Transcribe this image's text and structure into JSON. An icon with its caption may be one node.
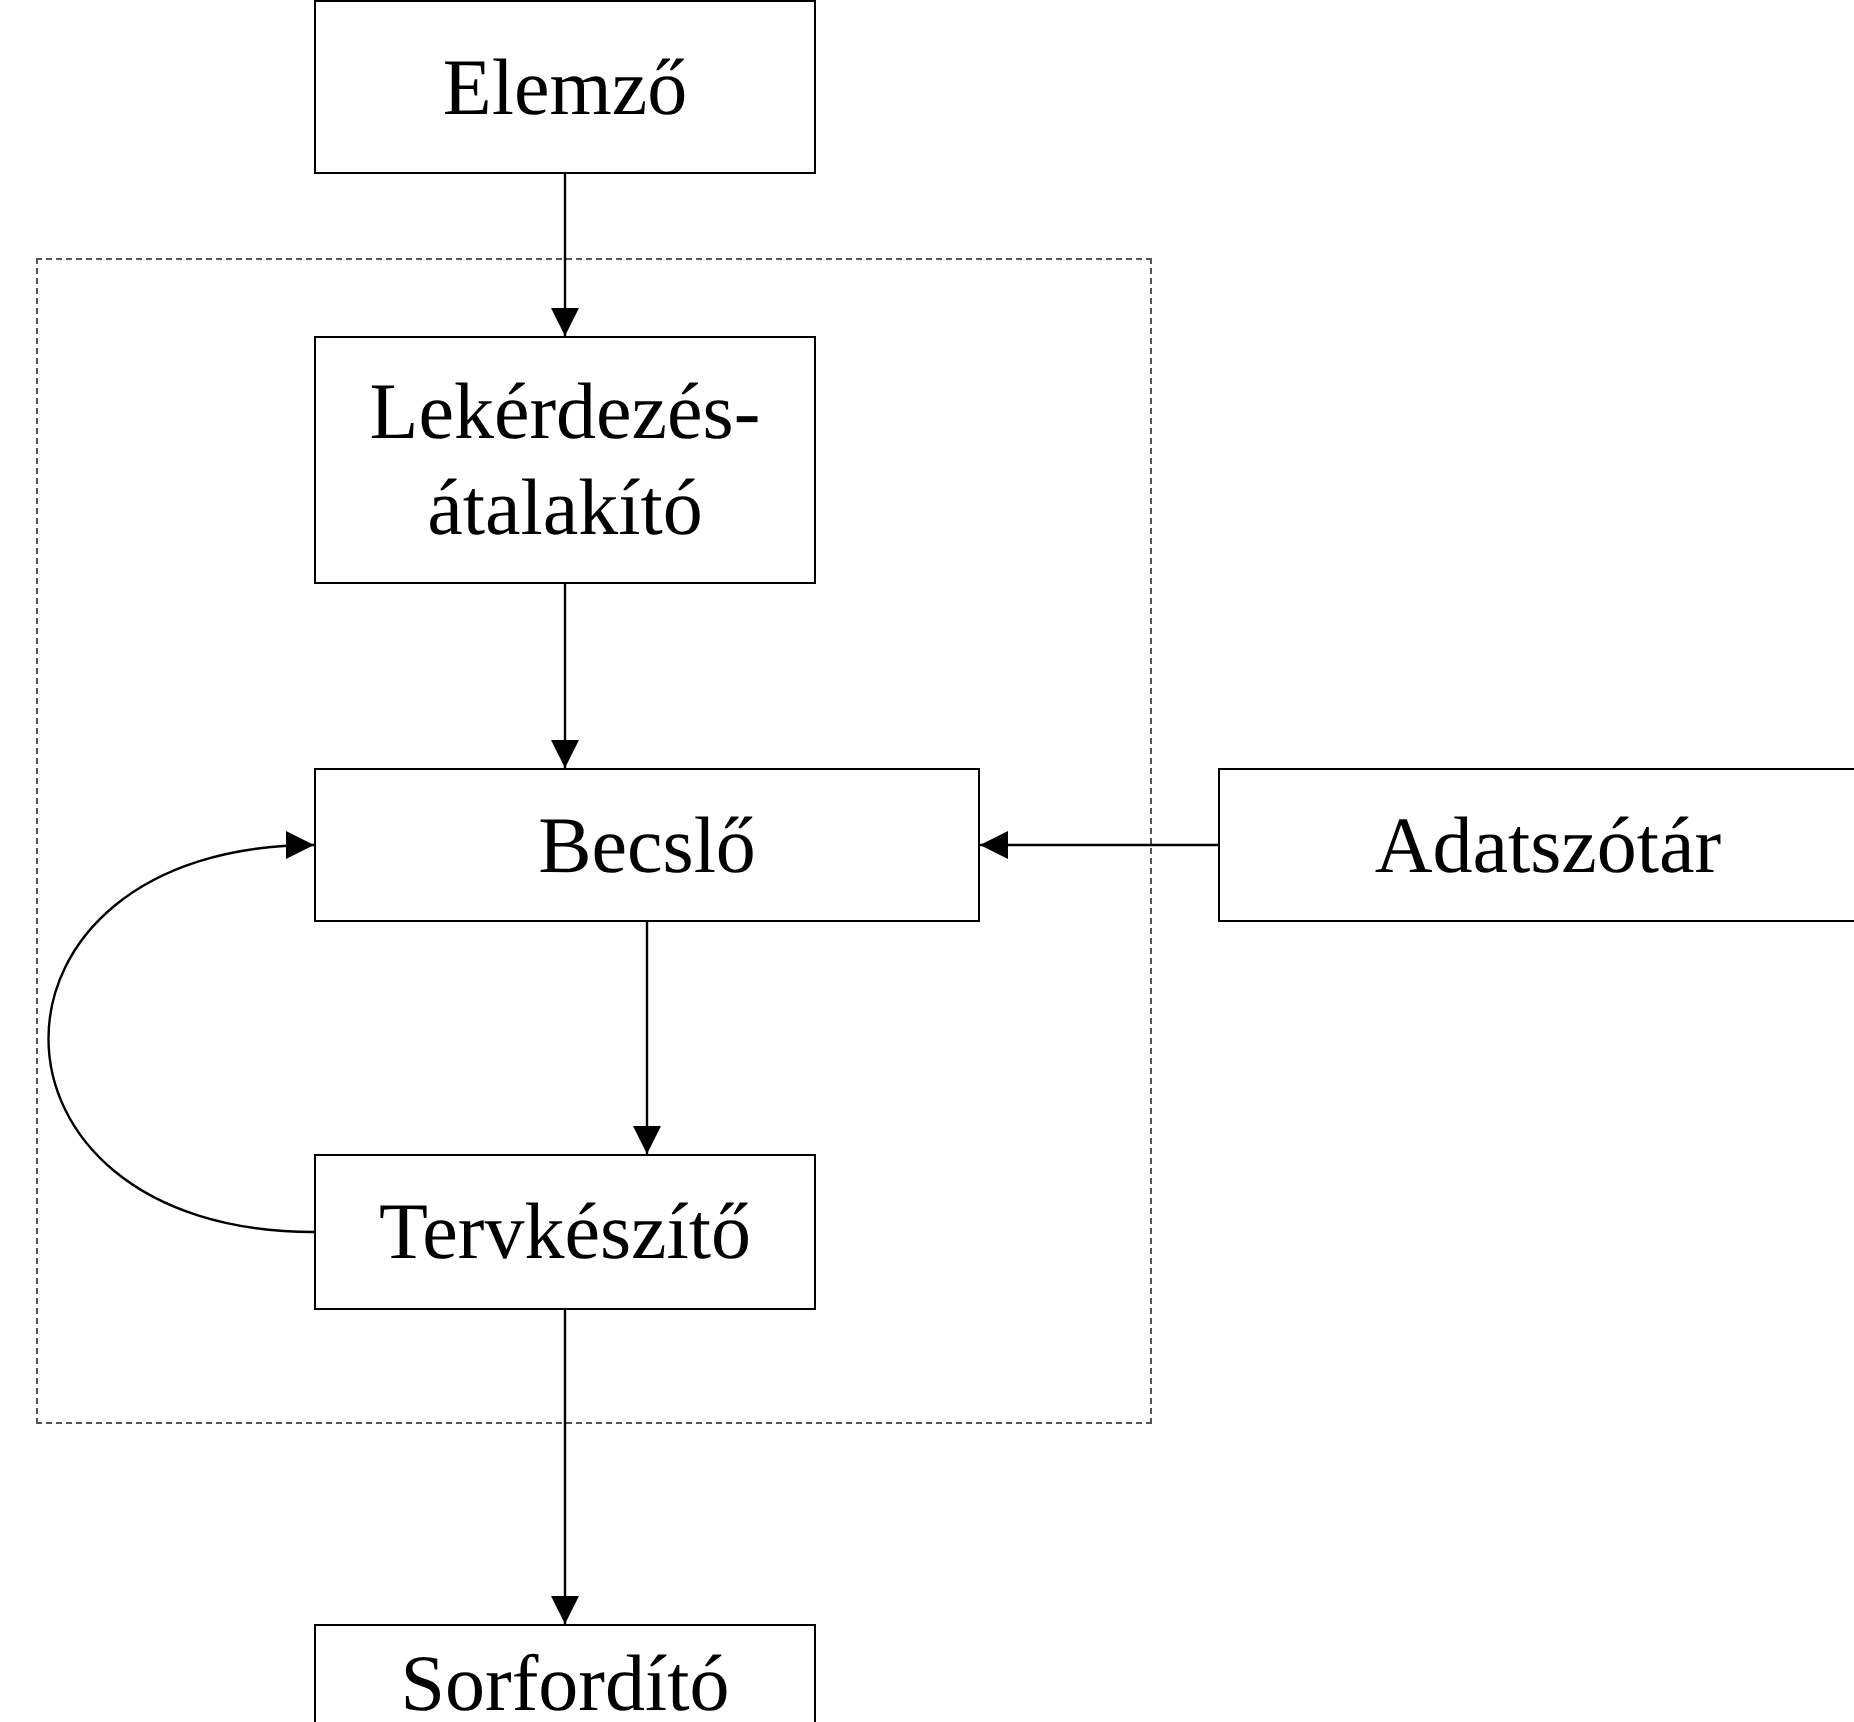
{
  "diagram": {
    "nodes": [
      {
        "text": [
          "Elemző"
        ]
      },
      {
        "text": [],
        "shape": "box"
      },
      {
        "text": [
          "Lekérdezés-átalakító"
        ],
        "in": 1
      },
      {
        "text": [
          "Becslő"
        ],
        "in": 1
      },
      {
        "text": [
          "Tervkészítő"
        ],
        "in": 1
      },
      {
        "text": [
          "Adatszótár"
        ]
      },
      {
        "text": [
          "Sorfordító"
        ]
      }
    ],
    "edges": [
      {
        "from": 0,
        "to": 2,
        "arrow": "to"
      },
      {
        "from": 2,
        "to": 3,
        "arrow": "to"
      },
      {
        "from": 3,
        "to": 4,
        "arrow": "to"
      },
      {
        "from": 5,
        "to": 3,
        "arrow": "to"
      },
      {
        "from": 4,
        "to": 3,
        "arrow": "to"
      },
      {
        "from": 4,
        "to": 6,
        "arrow": "to"
      }
    ]
  }
}
